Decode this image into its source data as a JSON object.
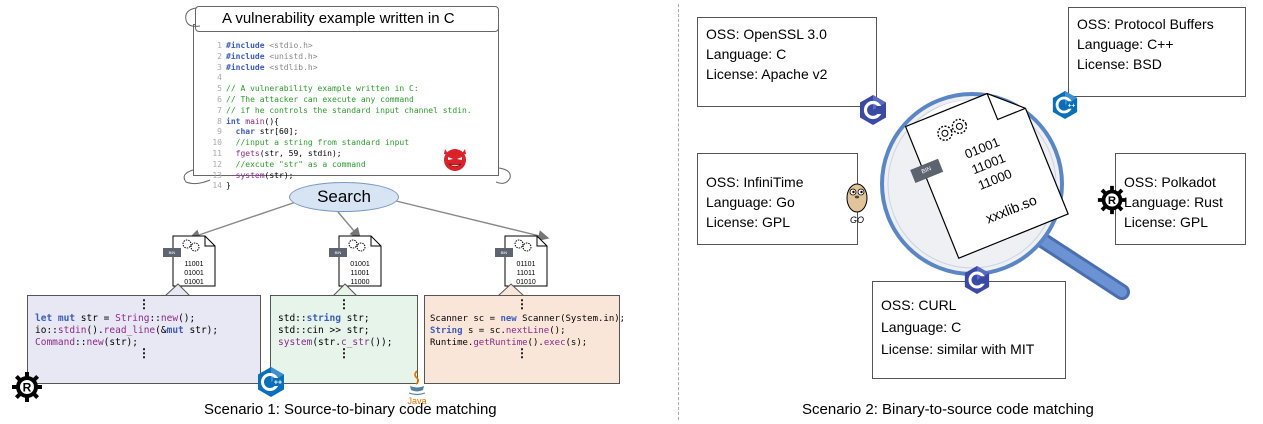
{
  "scroll": {
    "title": "A vulnerability example written in C",
    "lines": [
      {
        "n": "1",
        "parts": [
          [
            "kw",
            "#include "
          ],
          [
            "gr",
            "<stdio.h>"
          ]
        ]
      },
      {
        "n": "2",
        "parts": [
          [
            "kw",
            "#include "
          ],
          [
            "gr",
            "<unistd.h>"
          ]
        ]
      },
      {
        "n": "3",
        "parts": [
          [
            "kw",
            "#include "
          ],
          [
            "gr",
            "<stdlib.h>"
          ]
        ]
      },
      {
        "n": "4",
        "parts": []
      },
      {
        "n": "5",
        "parts": [
          [
            "cm",
            "// A vulnerability example written in C:"
          ]
        ]
      },
      {
        "n": "6",
        "parts": [
          [
            "cm",
            "// The attacker can execute any command"
          ]
        ]
      },
      {
        "n": "7",
        "parts": [
          [
            "cm",
            "// if he controls the standard input channel stdin."
          ]
        ]
      },
      {
        "n": "8",
        "parts": [
          [
            "kw",
            "int "
          ],
          [
            "fn",
            "main"
          ],
          [
            "",
            "(){"
          ]
        ]
      },
      {
        "n": "9",
        "parts": [
          [
            "",
            "  "
          ],
          [
            "kw",
            "char "
          ],
          [
            "",
            "str[60];"
          ]
        ]
      },
      {
        "n": "10",
        "parts": [
          [
            "cm",
            "  //input a string from standard input"
          ]
        ]
      },
      {
        "n": "11",
        "parts": [
          [
            "",
            "  "
          ],
          [
            "fn",
            "fgets"
          ],
          [
            "",
            "(str, 59, stdin);"
          ]
        ]
      },
      {
        "n": "12",
        "parts": [
          [
            "cm",
            "  //excute \"str\" as a command"
          ]
        ]
      },
      {
        "n": "13",
        "parts": [
          [
            "",
            "  "
          ],
          [
            "fn",
            "system"
          ],
          [
            "",
            "(str);"
          ]
        ]
      },
      {
        "n": "14",
        "parts": [
          [
            "",
            "}"
          ]
        ]
      }
    ]
  },
  "search_label": "Search",
  "scenario1": {
    "bins": [
      {
        "tag": "BIN",
        "digits": [
          "11001",
          "01001",
          "01001"
        ]
      },
      {
        "tag": "BIN",
        "digits": [
          "01001",
          "11001",
          "11000"
        ]
      },
      {
        "tag": "BIN",
        "digits": [
          "01101",
          "11011",
          "01010"
        ]
      }
    ],
    "rust_lines": [
      [
        [
          "kw",
          "let "
        ],
        [
          "kw",
          "mut "
        ],
        [
          "",
          "str = "
        ],
        [
          "fn",
          "String"
        ],
        [
          "",
          "::"
        ],
        [
          "fn",
          "new"
        ],
        [
          "",
          "();"
        ]
      ],
      [
        [
          "",
          "io::"
        ],
        [
          "fn",
          "stdin"
        ],
        [
          "",
          "()."
        ],
        [
          "fn",
          "read_line"
        ],
        [
          "",
          "(&"
        ],
        [
          "kw",
          "mut "
        ],
        [
          "",
          "str);"
        ]
      ],
      [
        [
          "fn",
          "Command"
        ],
        [
          "",
          "::"
        ],
        [
          "fn",
          "new"
        ],
        [
          "",
          "(str);"
        ]
      ]
    ],
    "cpp_lines": [
      [
        [
          "",
          "std::"
        ],
        [
          "kw",
          "string "
        ],
        [
          "",
          "str;"
        ]
      ],
      [
        [
          "",
          "std::cin >> str;"
        ]
      ],
      [
        [
          "fn",
          "system"
        ],
        [
          "",
          "(str."
        ],
        [
          "fn",
          "c_str"
        ],
        [
          "",
          "());"
        ]
      ]
    ],
    "java_lines": [
      [
        [
          "",
          "Scanner sc = "
        ],
        [
          "kw",
          "new "
        ],
        [
          "",
          "Scanner(System.in);"
        ]
      ],
      [
        [
          "kw",
          "String "
        ],
        [
          "",
          "s = sc."
        ],
        [
          "fn",
          "nextLine"
        ],
        [
          "",
          "();"
        ]
      ],
      [
        [
          "",
          "Runtime."
        ],
        [
          "fn",
          "getRuntime"
        ],
        [
          "",
          "()."
        ],
        [
          "fn",
          "exec"
        ],
        [
          "",
          "(s);"
        ]
      ]
    ],
    "java_label": "Java",
    "caption": "Scenario 1: Source-to-binary code matching"
  },
  "scenario2": {
    "center": {
      "tag": "BIN",
      "digits": [
        "01001",
        "11001",
        "11000"
      ],
      "filename": "xxxlib.so"
    },
    "oss": [
      {
        "id": "openssl",
        "lines": [
          "OSS: OpenSSL 3.0",
          "Language: C",
          "License: Apache v2"
        ]
      },
      {
        "id": "protobuf",
        "lines": [
          "OSS: Protocol Buffers",
          "Language: C++",
          "License: BSD"
        ]
      },
      {
        "id": "infinitime",
        "lines": [
          "OSS: InfiniTime",
          "Language: Go",
          "License: GPL"
        ]
      },
      {
        "id": "polkadot",
        "lines": [
          "OSS: Polkadot",
          "Language: Rust",
          "License: GPL"
        ]
      },
      {
        "id": "curl",
        "lines": [
          "OSS: CURL",
          "Language: C",
          "License: similar with MIT"
        ]
      }
    ],
    "caption": "Scenario 2: Binary-to-source code matching"
  },
  "colors": {
    "c_logo": "#3a49a4",
    "cpp_logo": "#0a6fb8",
    "rust_box": "#e8e8f4",
    "cpp_box": "#e6f4ea",
    "java_box": "#f9e6d8",
    "search_fill": "#d6e4f4",
    "devil": "#d9232a",
    "lens": "#5b86c5"
  },
  "icons": [
    "scroll-icon",
    "devil-icon",
    "gear-icon",
    "bin-file-icon",
    "rust-logo-icon",
    "cpp-logo-icon",
    "java-logo-icon",
    "c-logo-icon",
    "go-gopher-icon",
    "magnifier-icon"
  ]
}
